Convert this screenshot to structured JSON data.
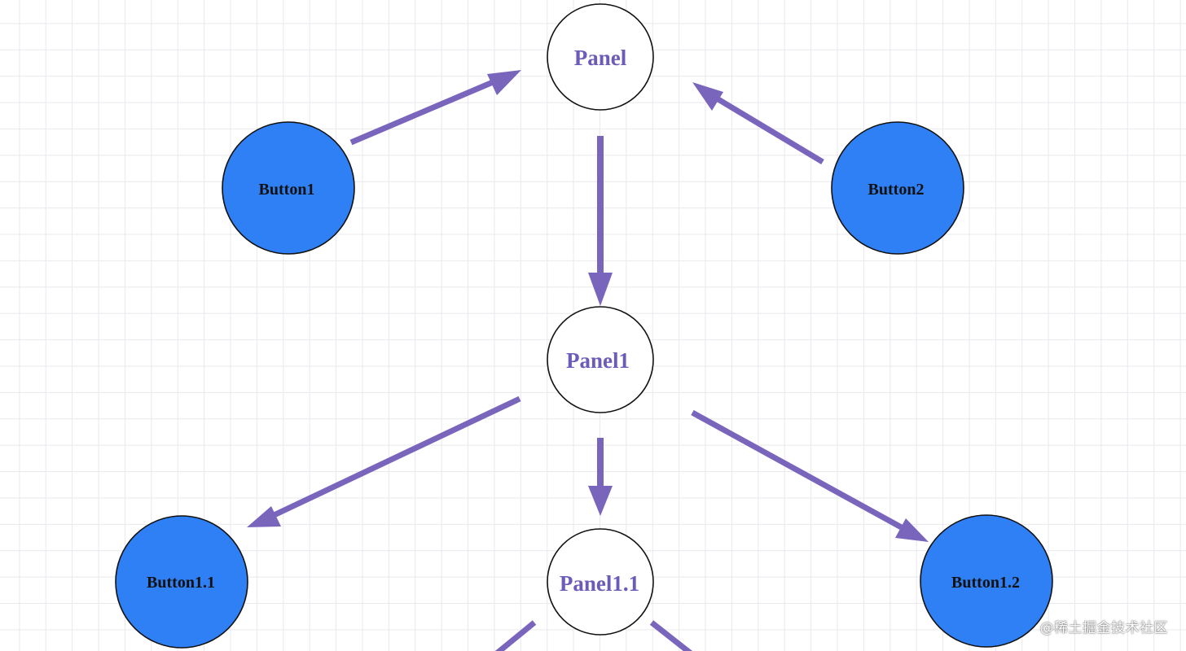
{
  "colors": {
    "arrow": "#7a65bd",
    "panel_fill": "#ffffff",
    "panel_text": "#6c5bb8",
    "button_fill": "#2f80f5",
    "button_text": "#111111",
    "node_stroke": "#111111"
  },
  "nodes": {
    "panel": {
      "label": "Panel",
      "kind": "panel"
    },
    "button1": {
      "label": "Button1",
      "kind": "button"
    },
    "button2": {
      "label": "Button2",
      "kind": "button"
    },
    "panel1": {
      "label": "Panel1",
      "kind": "panel"
    },
    "button1_1": {
      "label": "Button1.1",
      "kind": "button"
    },
    "panel1_1": {
      "label": "Panel1.1",
      "kind": "panel"
    },
    "button1_2": {
      "label": "Button1.2",
      "kind": "button"
    }
  },
  "edges": [
    {
      "from": "button1",
      "to": "panel"
    },
    {
      "from": "button2",
      "to": "panel"
    },
    {
      "from": "panel",
      "to": "panel1"
    },
    {
      "from": "panel1",
      "to": "button1_1"
    },
    {
      "from": "panel1",
      "to": "panel1_1"
    },
    {
      "from": "panel1",
      "to": "button1_2"
    },
    {
      "from": "panel1_1",
      "to": "offscreen-left"
    },
    {
      "from": "panel1_1",
      "to": "offscreen-right"
    }
  ],
  "watermark": "@稀土掘金技术社区"
}
